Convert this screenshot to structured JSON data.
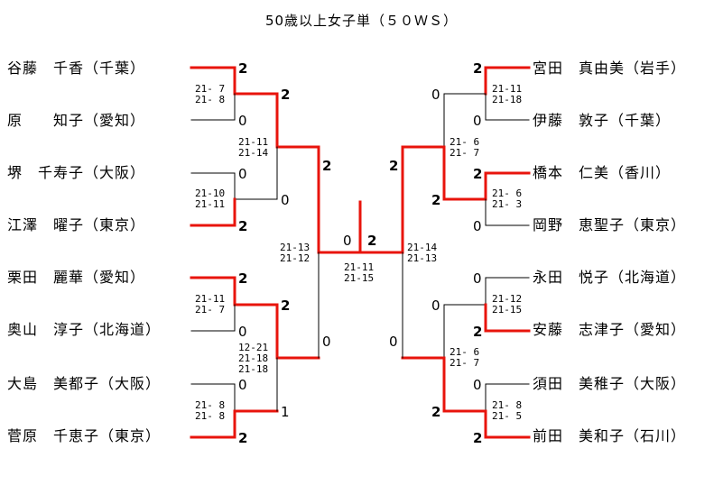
{
  "title": "50歳以上女子単（５０ＷＳ）",
  "left_players": [
    {
      "name": "谷藤　千香",
      "pref": "（千葉）"
    },
    {
      "name": "原　　知子",
      "pref": "（愛知）"
    },
    {
      "name": "堺　千寿子",
      "pref": "（大阪）"
    },
    {
      "name": "江澤　曜子",
      "pref": "（東京）"
    },
    {
      "name": "栗田　麗華",
      "pref": "（愛知）"
    },
    {
      "name": "奥山　淳子",
      "pref": "（北海道）"
    },
    {
      "name": "大島　美都子",
      "pref": "（大阪）"
    },
    {
      "name": "菅原　千恵子",
      "pref": "（東京）"
    }
  ],
  "right_players": [
    {
      "name": "宮田　真由美",
      "pref": "（岩手）"
    },
    {
      "name": "伊藤　敦子",
      "pref": "（千葉）"
    },
    {
      "name": "橋本　仁美",
      "pref": "（香川）"
    },
    {
      "name": "岡野　恵聖子",
      "pref": "（東京）"
    },
    {
      "name": "永田　悦子",
      "pref": "（北海道）"
    },
    {
      "name": "安藤　志津子",
      "pref": "（愛知）"
    },
    {
      "name": "須田　美稚子",
      "pref": "（大阪）"
    },
    {
      "name": "前田　美和子",
      "pref": "（石川）"
    }
  ],
  "scores": {
    "l1": [
      "2",
      "0",
      "0",
      "2",
      "2",
      "0",
      "0",
      "2"
    ],
    "l2": [
      "2",
      "0",
      "2",
      "1"
    ],
    "l3": [
      "2",
      "0"
    ],
    "r1": [
      "2",
      "0",
      "2",
      "0",
      "0",
      "2",
      "0",
      "2"
    ],
    "r2": [
      "0",
      "2",
      "0",
      "2"
    ],
    "r3": [
      "2",
      "0"
    ],
    "final": [
      "0",
      "2"
    ]
  },
  "game_scores": {
    "l1": [
      "21- 7\n21- 8",
      "21-10\n21-11",
      "21-11\n21- 7",
      "21- 8\n21- 8"
    ],
    "l2": [
      "21-11\n21-14",
      "12-21\n21-18\n21-18"
    ],
    "l3": "21-13\n21-12",
    "r1": [
      "21-11\n21-18",
      "21- 6\n21- 3",
      "21-12\n21-15",
      "21- 8\n21- 5"
    ],
    "r2": [
      "21- 6\n21- 7",
      "21- 6\n21- 7"
    ],
    "r3": "21-14\n21-13",
    "final": "21-11\n21-15"
  },
  "colors": {
    "winner_line": "#e8140c",
    "loser_line": "#000000"
  }
}
